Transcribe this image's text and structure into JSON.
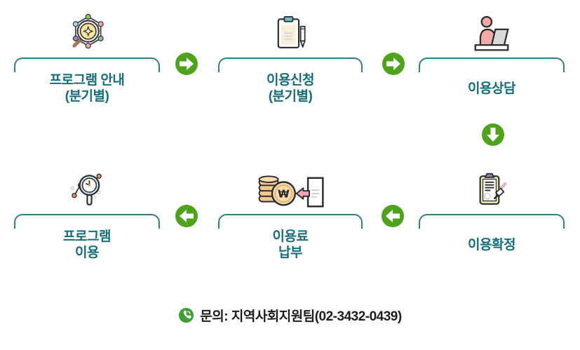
{
  "colors": {
    "accent-teal": "#156d7c",
    "bracket-teal": "#2f7f8f",
    "arrow-green": "#4ea31b",
    "phone-green": "#3da135",
    "text-dark": "#1d1d1b",
    "background": "#ffffff"
  },
  "flow": {
    "steps": [
      {
        "name": "program-guide",
        "line1": "프로그램 안내",
        "line2": "(분기별)",
        "icon": "coin-network-icon"
      },
      {
        "name": "usage-application",
        "line1": "이용신청",
        "line2": "(분기별)",
        "icon": "clipboard-pencil-icon"
      },
      {
        "name": "usage-consultation",
        "line1": "이용상담",
        "line2": "",
        "icon": "person-laptop-icon"
      },
      {
        "name": "usage-confirmation",
        "line1": "이용확정",
        "line2": "",
        "icon": "clipboard-stamp-icon"
      },
      {
        "name": "fee-payment",
        "line1": "이용료",
        "line2": "납부",
        "icon": "coins-invoice-icon"
      },
      {
        "name": "program-use",
        "line1": "프로그램",
        "line2": "이용",
        "icon": "magnifier-analytics-icon"
      }
    ],
    "connectors": [
      {
        "from": "program-guide",
        "to": "usage-application",
        "icon": "arrow-right-icon"
      },
      {
        "from": "usage-application",
        "to": "usage-consultation",
        "icon": "arrow-right-icon"
      },
      {
        "from": "usage-consultation",
        "to": "usage-confirmation",
        "icon": "arrow-down-icon"
      },
      {
        "from": "usage-confirmation",
        "to": "fee-payment",
        "icon": "arrow-left-icon"
      },
      {
        "from": "fee-payment",
        "to": "program-use",
        "icon": "arrow-left-icon"
      }
    ]
  },
  "contact": {
    "icon": "phone-icon",
    "text": "문의: 지역사회지원팀(02-3432-0439)"
  }
}
